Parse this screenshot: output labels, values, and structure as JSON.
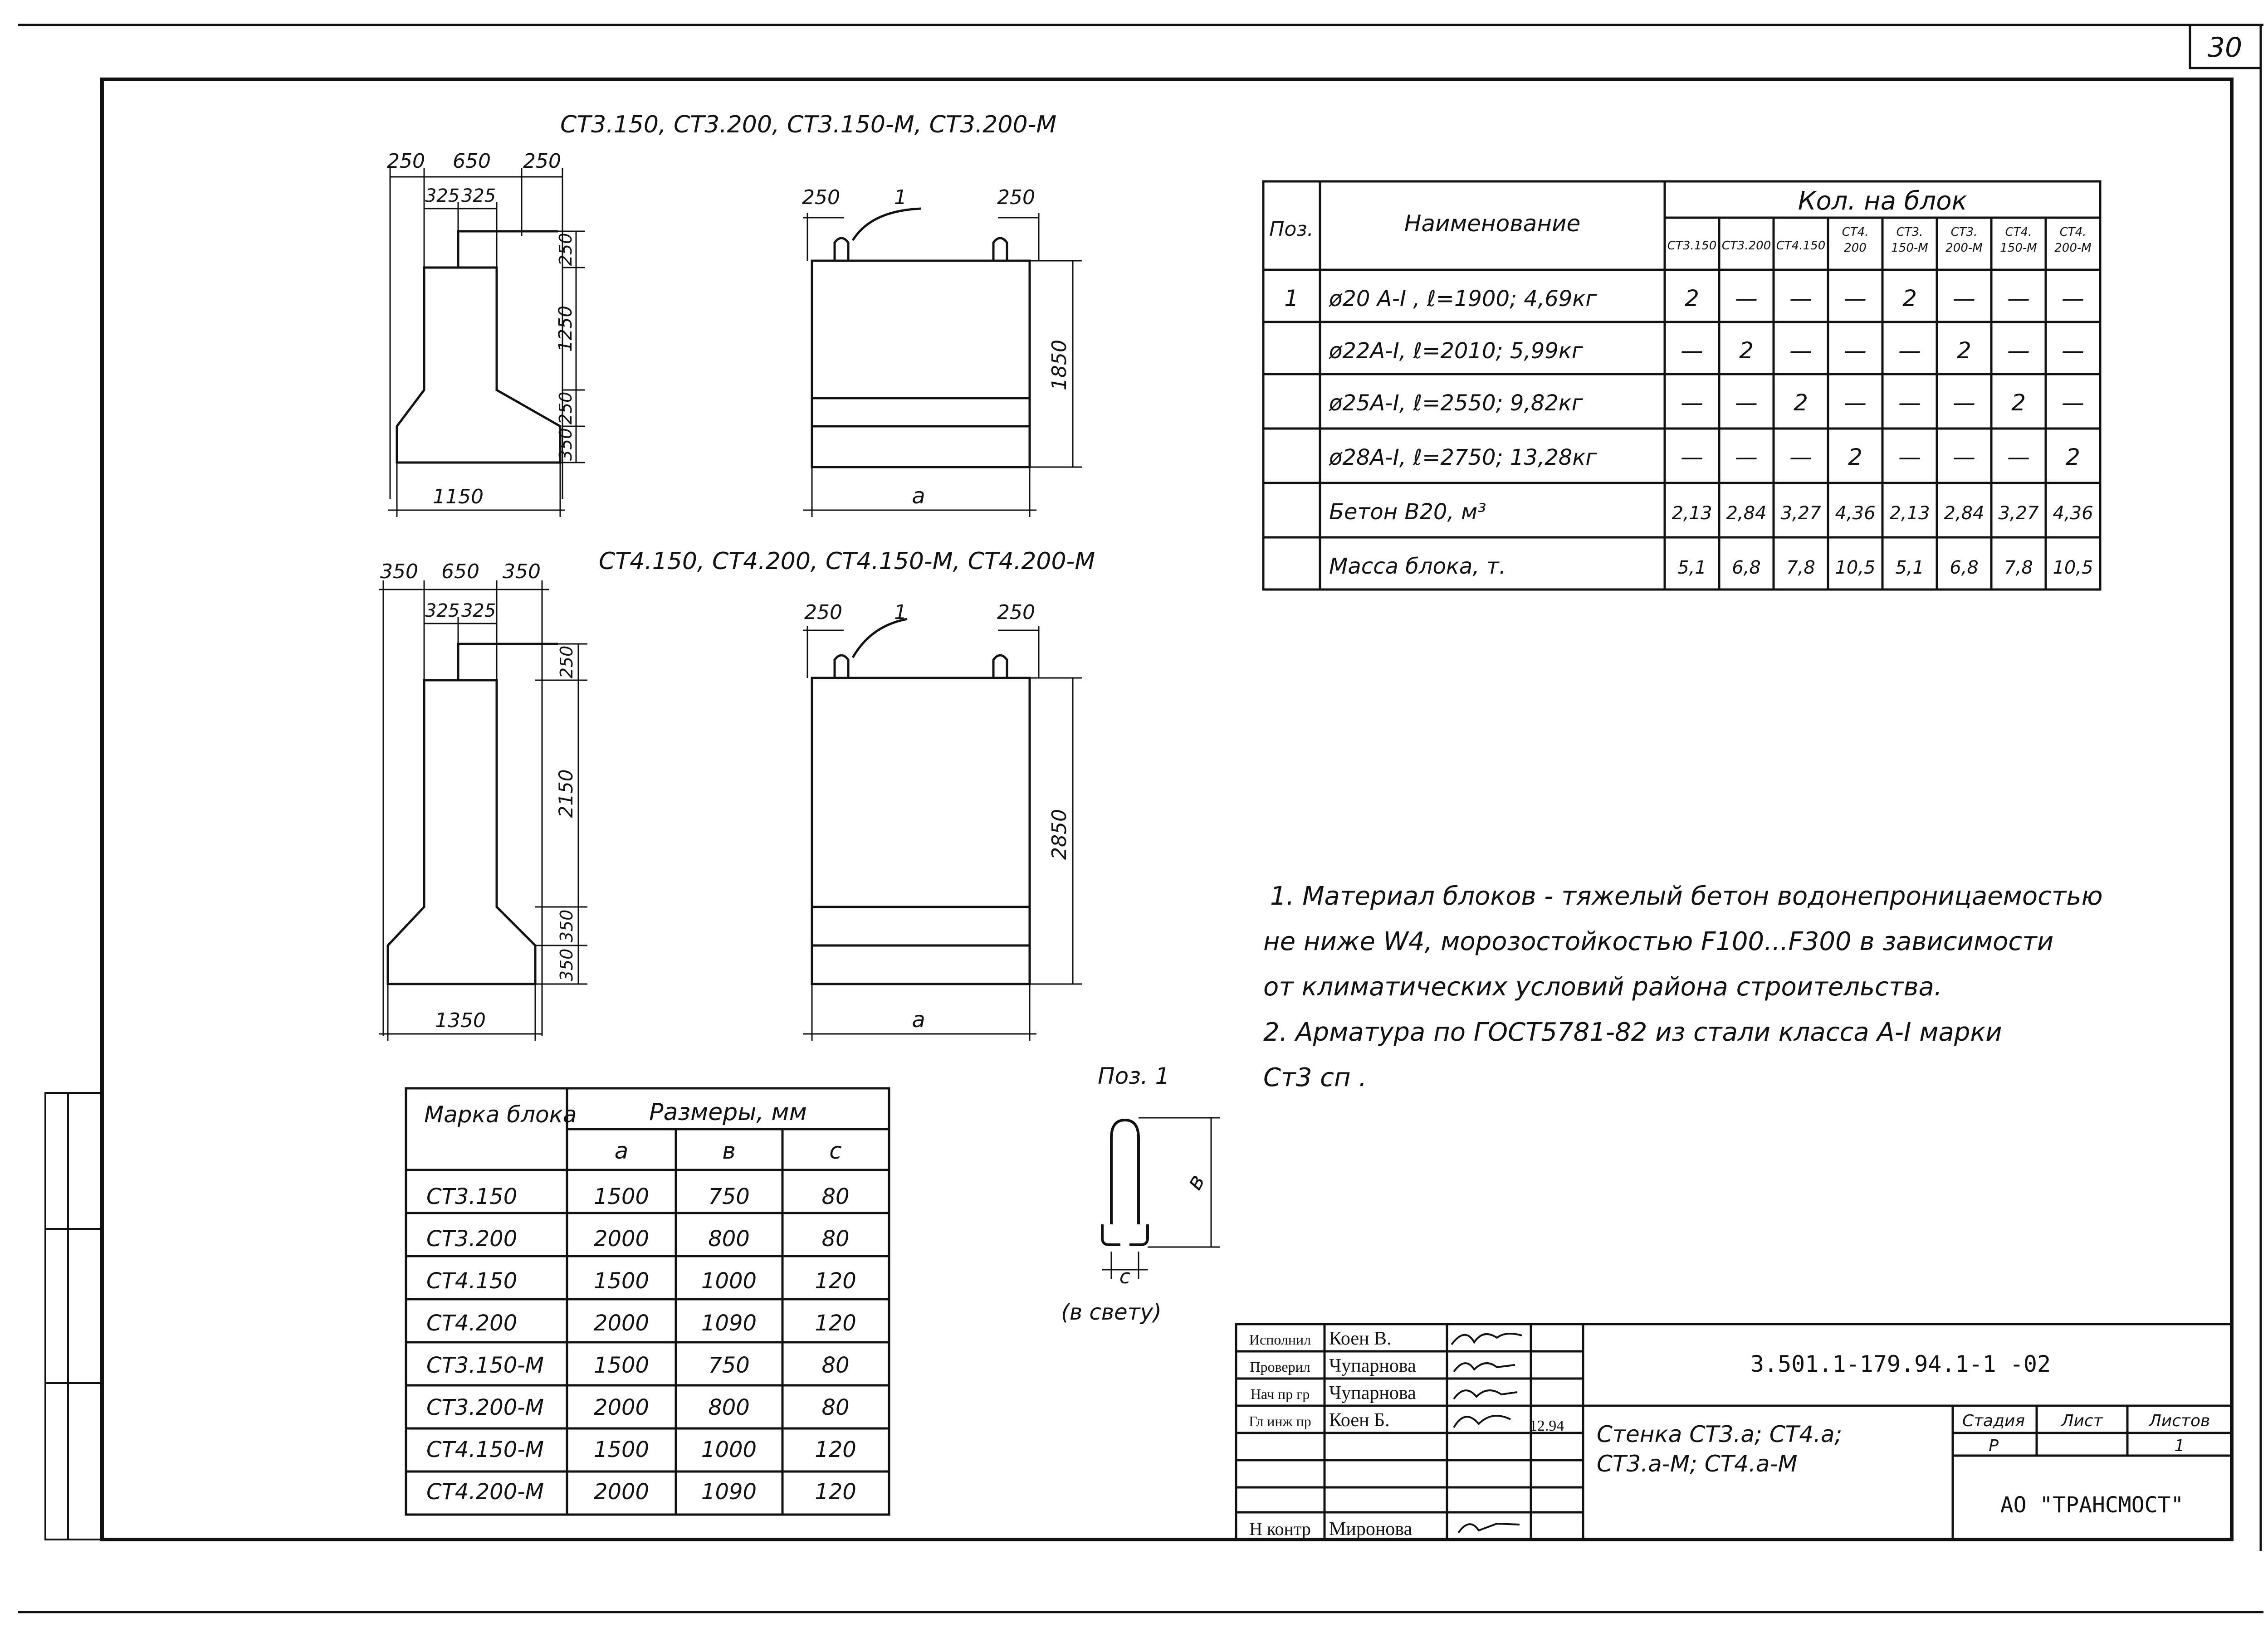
{
  "sheet_number": "30",
  "top_view": {
    "title": "СТ3.150, СТ3.200, СТ3.150-М, СТ3.200-М",
    "side_dims": {
      "top": [
        "250",
        "650",
        "250"
      ],
      "sub": [
        "325",
        "325"
      ],
      "right": [
        "250",
        "1250",
        "250",
        "350"
      ],
      "bottom": "1150"
    },
    "front_dims": {
      "top_left": "250",
      "top_right": "250",
      "label": "1",
      "right": "1850",
      "bottom": "а"
    }
  },
  "bottom_view": {
    "title": "СТ4.150, СТ4.200, СТ4.150-М, СТ4.200-М",
    "side_dims": {
      "top": [
        "350",
        "650",
        "350"
      ],
      "sub": [
        "325",
        "325"
      ],
      "right": [
        "250",
        "2150",
        "350",
        "350"
      ],
      "bottom": "1350"
    },
    "front_dims": {
      "top_left": "250",
      "top_right": "250",
      "label": "1",
      "right": "2850",
      "bottom": "а"
    }
  },
  "spec_table": {
    "col_pos": "Поз.",
    "col_name": "Наименование",
    "col_qty": "Кол. на блок",
    "sub_headers": [
      "СТ3.150",
      "СТ3.200",
      "СТ4.150",
      "СТ4. 200",
      "СТ3. 150-М",
      "СТ3. 200-М",
      "СТ4. 150-М",
      "СТ4. 200-М"
    ],
    "rows": [
      {
        "pos": "1",
        "name": "ø20 А-I , ℓ=1900; 4,69кг",
        "vals": [
          "2",
          "—",
          "—",
          "—",
          "2",
          "—",
          "—",
          "—"
        ]
      },
      {
        "pos": "",
        "name": "ø22А-I, ℓ=2010; 5,99кг",
        "vals": [
          "—",
          "2",
          "—",
          "—",
          "—",
          "2",
          "—",
          "—"
        ]
      },
      {
        "pos": "",
        "name": "ø25А-I, ℓ=2550; 9,82кг",
        "vals": [
          "—",
          "—",
          "2",
          "—",
          "—",
          "—",
          "2",
          "—"
        ]
      },
      {
        "pos": "",
        "name": "ø28А-I, ℓ=2750; 13,28кг",
        "vals": [
          "—",
          "—",
          "—",
          "2",
          "—",
          "—",
          "—",
          "2"
        ]
      },
      {
        "pos": "",
        "name": "Бетон В20, м³",
        "vals": [
          "2,13",
          "2,84",
          "3,27",
          "4,36",
          "2,13",
          "2,84",
          "3,27",
          "4,36"
        ]
      },
      {
        "pos": "",
        "name": "Масса блока, т.",
        "vals": [
          "5,1",
          "6,8",
          "7,8",
          "10,5",
          "5,1",
          "6,8",
          "7,8",
          "10,5"
        ]
      }
    ]
  },
  "notes": [
    "1. Материал блоков - тяжелый бетон водонепроницаемостью",
    "не ниже W4, морозостойкостью F100...F300 в зависимости",
    "от климатических условий района строительства.",
    "2. Арматура по ГОСТ5781-82 из стали класса А-I марки",
    "Ст3 сп ."
  ],
  "dim_table": {
    "col_mark": "Марка блока",
    "col_sizes": "Размеры, мм",
    "sub_headers": [
      "а",
      "в",
      "с"
    ],
    "rows": [
      {
        "mark": "СТ3.150",
        "a": "1500",
        "b": "750",
        "c": "80"
      },
      {
        "mark": "СТ3.200",
        "a": "2000",
        "b": "800",
        "c": "80"
      },
      {
        "mark": "СТ4.150",
        "a": "1500",
        "b": "1000",
        "c": "120"
      },
      {
        "mark": "СТ4.200",
        "a": "2000",
        "b": "1090",
        "c": "120"
      },
      {
        "mark": "СТ3.150-М",
        "a": "1500",
        "b": "750",
        "c": "80"
      },
      {
        "mark": "СТ3.200-М",
        "a": "2000",
        "b": "800",
        "c": "80"
      },
      {
        "mark": "СТ4.150-М",
        "a": "1500",
        "b": "1000",
        "c": "120"
      },
      {
        "mark": "СТ4.200-М",
        "a": "2000",
        "b": "1090",
        "c": "120"
      }
    ]
  },
  "pos1_detail": {
    "title": "Поз. 1",
    "dim_b": "в",
    "dim_c": "с",
    "note": "(в свету)"
  },
  "title_block": {
    "roles": [
      "Исполнил",
      "Проверил",
      "Нач пр гр",
      "Гл инж пр",
      "",
      "",
      "Н контр"
    ],
    "names": [
      "Коен В.",
      "Чупарнова",
      "Чупарнова",
      "Коен Б.",
      "",
      "",
      "Миронова"
    ],
    "date": "12.94",
    "code": "3.501.1-179.94.1-1 -02",
    "title_line1": "Стенка СТ3.а; СТ4.а;",
    "title_line2": "СТ3.а-М; СТ4.а-М",
    "stage_label": "Стадия",
    "sheet_label": "Лист",
    "sheets_label": "Листов",
    "stage_value": "Р",
    "sheet_value": "",
    "sheets_value": "1",
    "company": "АО \"ТРАНСМОСТ\""
  },
  "colors": {
    "ink": "#111111",
    "paper": "#ffffff"
  }
}
